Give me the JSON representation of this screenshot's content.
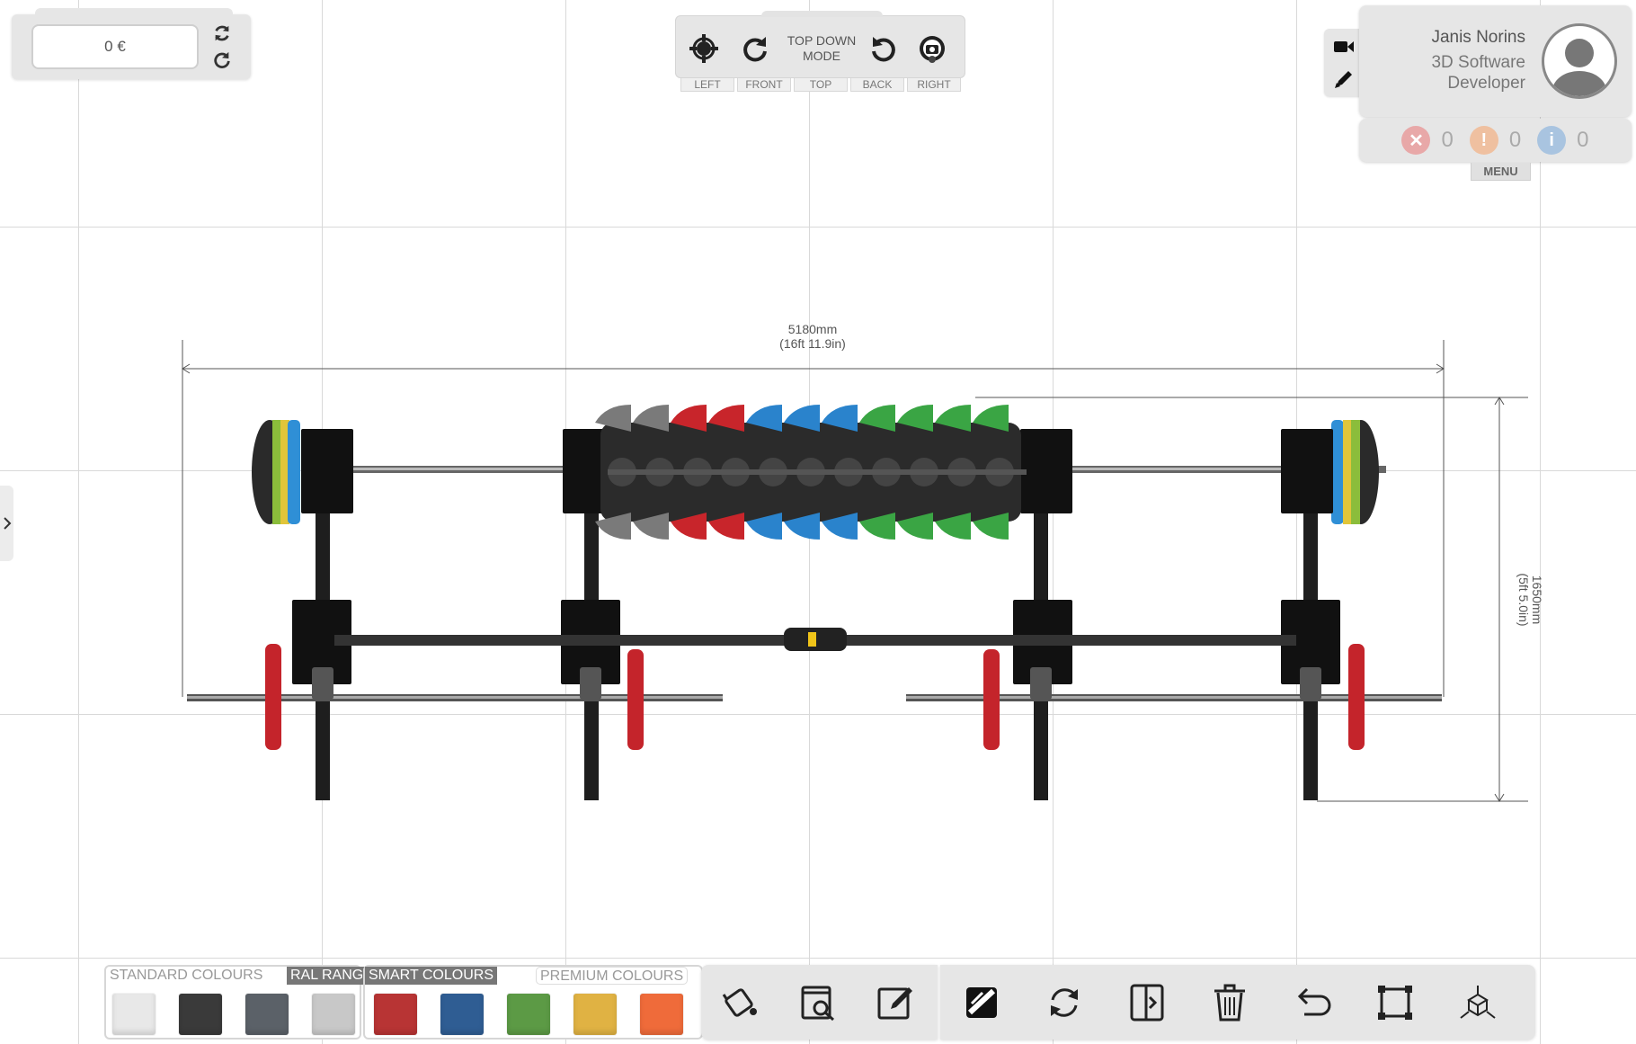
{
  "price": {
    "value": "0 €"
  },
  "view_toolbar": {
    "mode_label": "TOP DOWN\nMODE",
    "views": [
      "LEFT",
      "FRONT",
      "TOP",
      "BACK",
      "RIGHT"
    ]
  },
  "user": {
    "name": "Janis Norins",
    "role": "3D Software\nDeveloper"
  },
  "status": {
    "errors": "0",
    "warnings": "0",
    "info": "0"
  },
  "menu_label": "MENU",
  "dimensions": {
    "width_mm": "5180mm",
    "width_imperial": "(16ft 11.9in)",
    "depth_mm": "1650mm",
    "depth_imperial": "(5ft 5.0in)"
  },
  "colour_tabs": {
    "standard": "STANDARD COLOURS",
    "ral": "RAL RANGE",
    "smart": "SMART COLOURS",
    "premium": "PREMIUM COLOURS"
  },
  "swatch_colors": [
    "#e8e8e8",
    "#3a3a3a",
    "#5b6168",
    "#c8c8c8",
    "#b83434",
    "#2f5d93",
    "#5c9a45",
    "#e0b243",
    "#ef6b3a"
  ],
  "tool_icons": [
    "paint-bucket-icon",
    "preview-icon",
    "edit-note-icon",
    "slash-hide-icon",
    "rotate-icon",
    "exit-door-icon",
    "trash-icon",
    "undo-icon",
    "bounding-box-icon",
    "axis-3d-icon"
  ]
}
